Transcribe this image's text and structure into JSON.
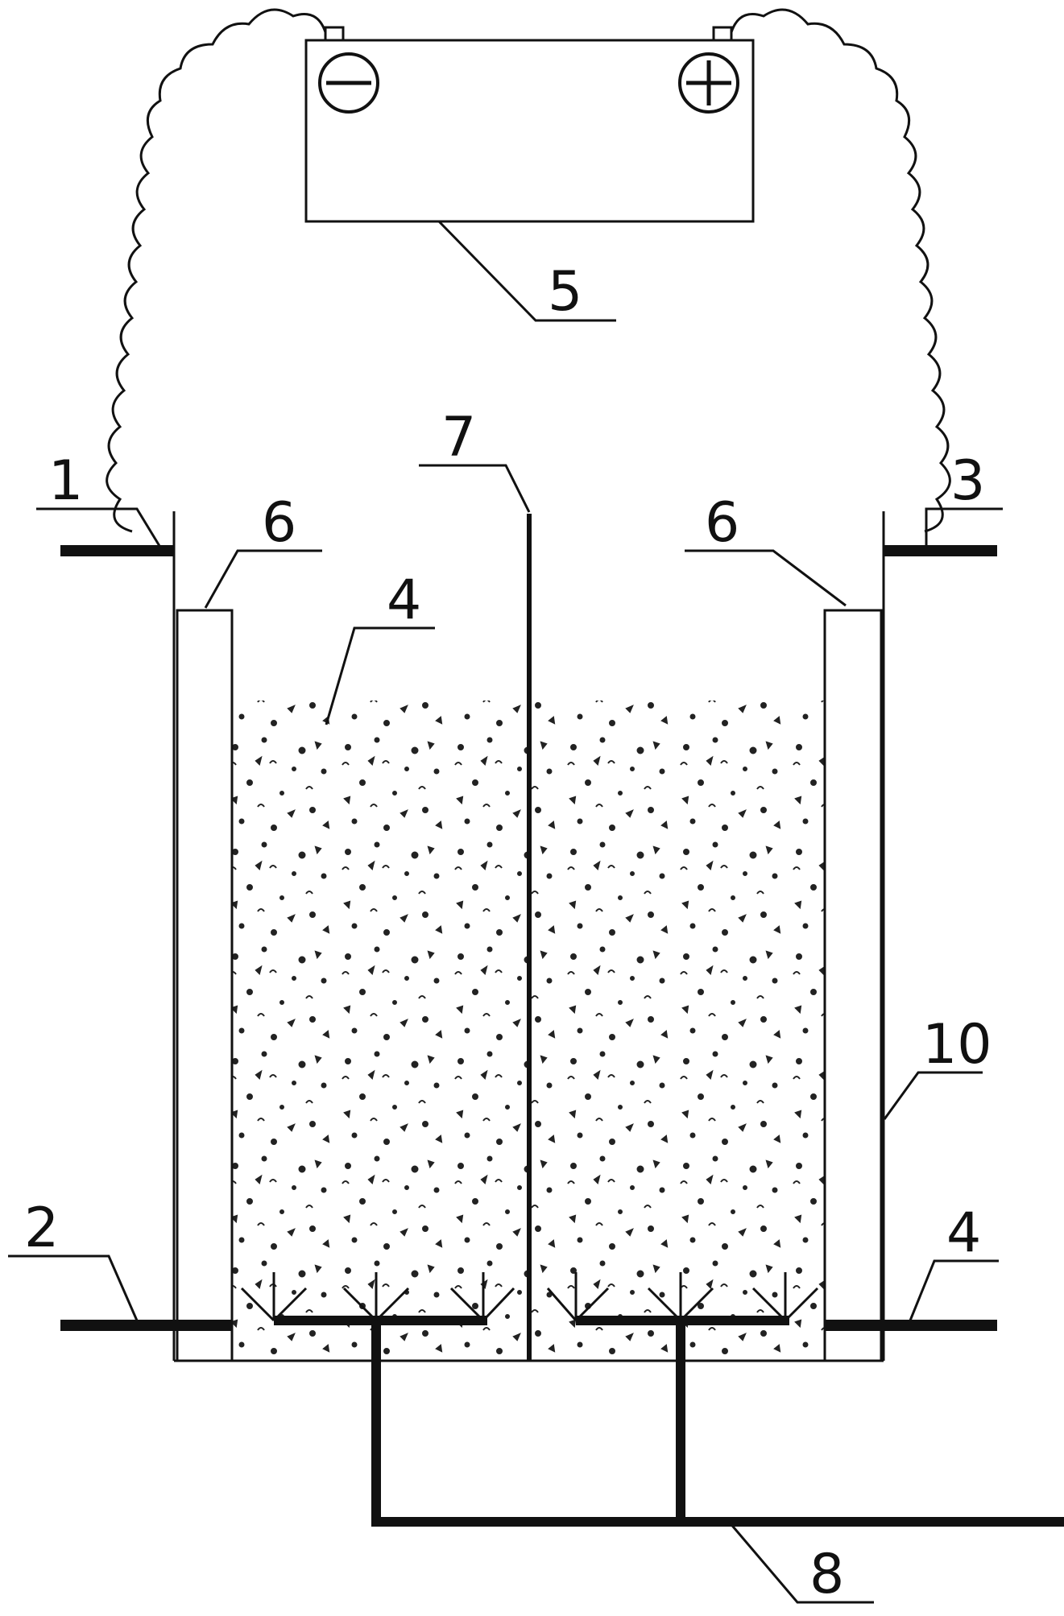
{
  "diagram": {
    "battery": {
      "negative_symbol": "⊖",
      "positive_symbol": "⊕"
    },
    "labels": {
      "inlet_top_left": "1",
      "inlet_bottom_left": "2",
      "outlet_top_right": "3",
      "filler_media": "4",
      "outlet_bottom_right": "4",
      "power_supply": "5",
      "electrode_left": "6",
      "electrode_right": "6",
      "center_electrode": "7",
      "aeration_pipe": "8",
      "outer_wall": "10"
    },
    "colors": {
      "line": "#111111",
      "background": "#ffffff"
    }
  }
}
